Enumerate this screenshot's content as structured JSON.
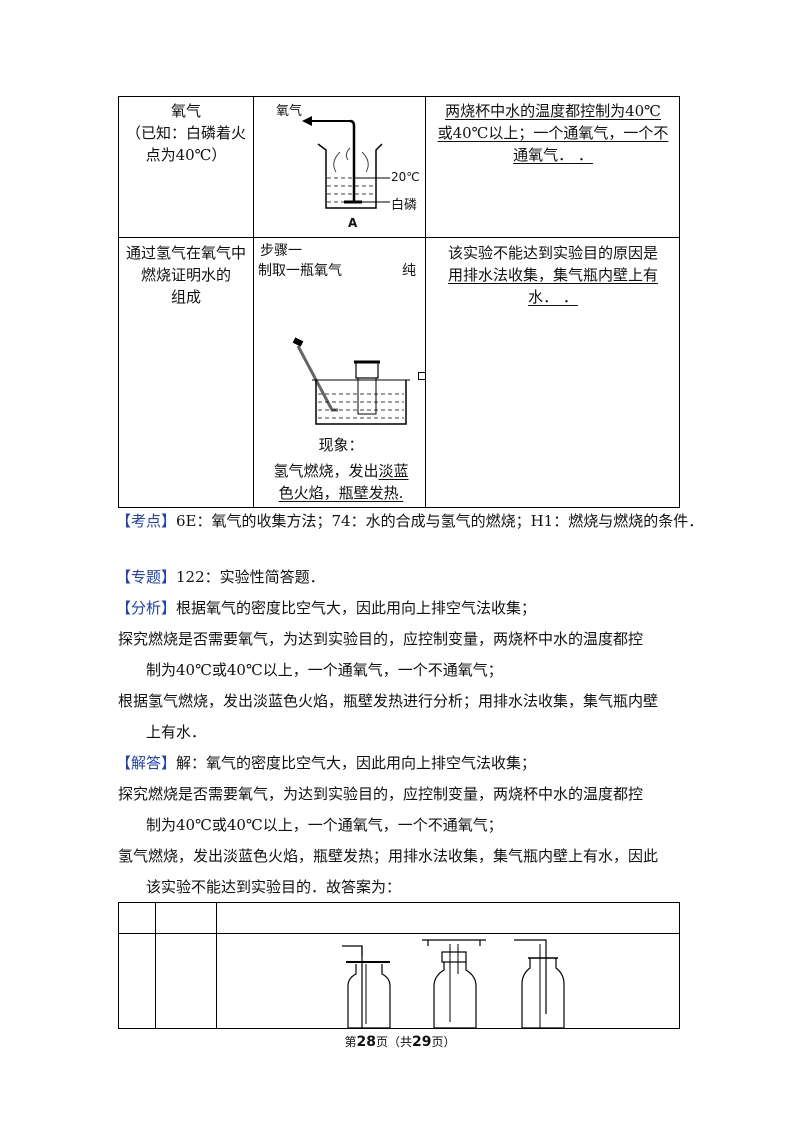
{
  "table1": {
    "row1": {
      "col1_line1": "氧气",
      "col1_line2": "（已知：白磷着火",
      "col1_line3": "点为40℃）",
      "fig_label_oxygen": "氧气",
      "fig_label_temp": "20℃",
      "fig_label_phos": "白磷",
      "fig_label_A": "A",
      "col3_line1": "两烧杯中水的温度都控制为40℃",
      "col3_line2": "或40℃以上；一个通氧气，一个不",
      "col3_line3": "通氧气．    ．"
    },
    "row2": {
      "col1_line1": "通过氢气在氧气中",
      "col1_line2": "燃烧证明水的",
      "col1_line3": "组成",
      "step_line1": "步骤一",
      "step_line2": "制取一瓶氧气",
      "step_cut": "纯",
      "phenomenon": "现象：",
      "obs_line1_a": "氢气燃烧，发出",
      "obs_line1_b": "淡蓝",
      "obs_line2": "色火焰，瓶壁发热.",
      "col3_line1": "该实验不能达到实验目的原因是",
      "col3_line2": "用排水法收集，集气瓶内壁上有",
      "col3_line3": "水．    ．"
    }
  },
  "kaodian": {
    "tag": "【考点】",
    "text": "6E：氧气的收集方法；74：水的合成与氢气的燃烧；H1：燃烧与燃烧的条件．"
  },
  "zhuanti": {
    "tag": "【专题】",
    "text": "122：实验性简答题．"
  },
  "fenxi": {
    "tag": "【分析】",
    "line1": "根据氧气的密度比空气大，因此用向上排空气法收集；",
    "line2": "探究燃烧是否需要氧气，为达到实验目的，应控制变量，两烧杯中水的温度都控",
    "line3": "制为40℃或40℃以上，一个通氧气，一个不通氧气；",
    "line4": "根据氢气燃烧，发出淡蓝色火焰，瓶壁发热进行分析；用排水法收集，集气瓶内壁",
    "line5": "上有水．"
  },
  "jieda": {
    "tag": "【解答】",
    "line1": "解：氧气的密度比空气大，因此用向上排空气法收集；",
    "line2": "探究燃烧是否需要氧气，为达到实验目的，应控制变量，两烧杯中水的温度都控",
    "line3": "制为40℃或40℃以上，一个通氧气，一个不通氧气；",
    "line4": "氢气燃烧，发出淡蓝色火焰，瓶壁发热；用排水法收集，集气瓶内壁上有水，因此",
    "line5": "该实验不能达到实验目的．故答案为："
  },
  "footer": {
    "prefix": "第",
    "page": "28",
    "middle": "页（共",
    "total": "29",
    "suffix": "页）"
  }
}
